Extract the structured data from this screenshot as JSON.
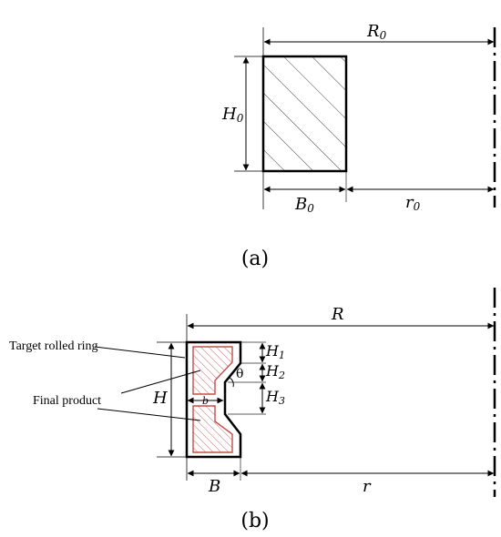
{
  "figure_a": {
    "caption": "(a)",
    "labels": {
      "R0_main": "R",
      "R0_sub": "0",
      "H0_main": "H",
      "H0_sub": "0",
      "B0_main": "B",
      "B0_sub": "0",
      "r0_main": "r",
      "r0_sub": "0"
    }
  },
  "figure_b": {
    "caption": "(b)",
    "labels": {
      "R": "R",
      "H": "H",
      "H1_main": "H",
      "H1_sub": "1",
      "H2_main": "H",
      "H2_sub": "2",
      "H3_main": "H",
      "H3_sub": "3",
      "theta": "θ",
      "b": "b",
      "B": "B",
      "r": "r"
    },
    "annotations": {
      "target_ring": "Target rolled ring",
      "final_product": "Final product"
    }
  },
  "colors": {
    "stroke": "#000000",
    "dim_line": "#000000",
    "ext_line": "#7f7f7f",
    "hatch": "#404040",
    "product_outline": "#c0504d",
    "product_hatch": "#c0504d"
  }
}
